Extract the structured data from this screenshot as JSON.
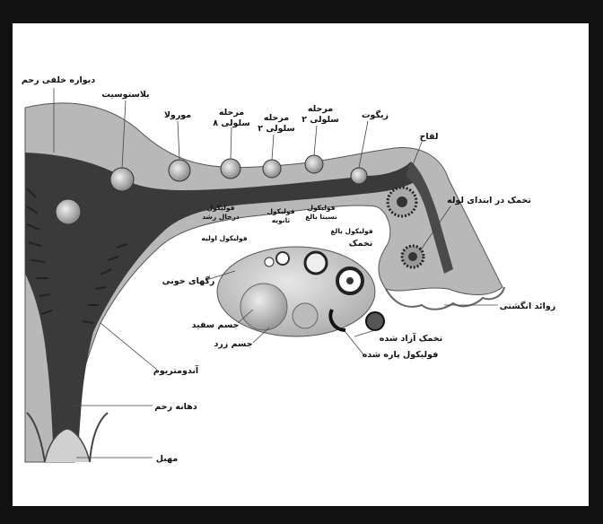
{
  "labels": {
    "posterior_wall": "دیواره خلفی رحم",
    "blastocyst": "بلاستوسیت",
    "morula": "مورولا",
    "stage8_l1": "مرحله",
    "stage8_l2": "۸ سلولی",
    "stage2_l1": "مرحله",
    "stage2_l2": "۲ سلولی",
    "stage2b_l1": "مرحله",
    "stage2b_l2": "۲ سلولی",
    "zygote": "زیگوت",
    "fertilization": "لقاح",
    "egg_tube": "تخمک در ابتدای لوله",
    "growing_follicle_l1": "فولیکول",
    "growing_follicle_l2": "درحال رشد",
    "secondary_follicle_l1": "فولیکول",
    "secondary_follicle_l2": "ثانویه",
    "nearly_mature_l1": "فولیکول",
    "nearly_mature_l2": "نسبتا بالغ",
    "primary_follicle": "فولیکول اولیه",
    "mature_follicle": "فولیکول بالغ",
    "egg": "تخمک",
    "blood_vessels": "رگهای خونی",
    "fimbriae": "زوائد انگشتی",
    "corpus_albicans": "جسم سفید",
    "corpus_luteum": "جسم زرد",
    "released_egg": "تخمک آزاد شده",
    "ruptured_follicle": "فولیکول پاره شده",
    "endometrium": "آندومتریوم",
    "cervix_opening": "دهانه رحم",
    "vagina": "مهبل"
  }
}
